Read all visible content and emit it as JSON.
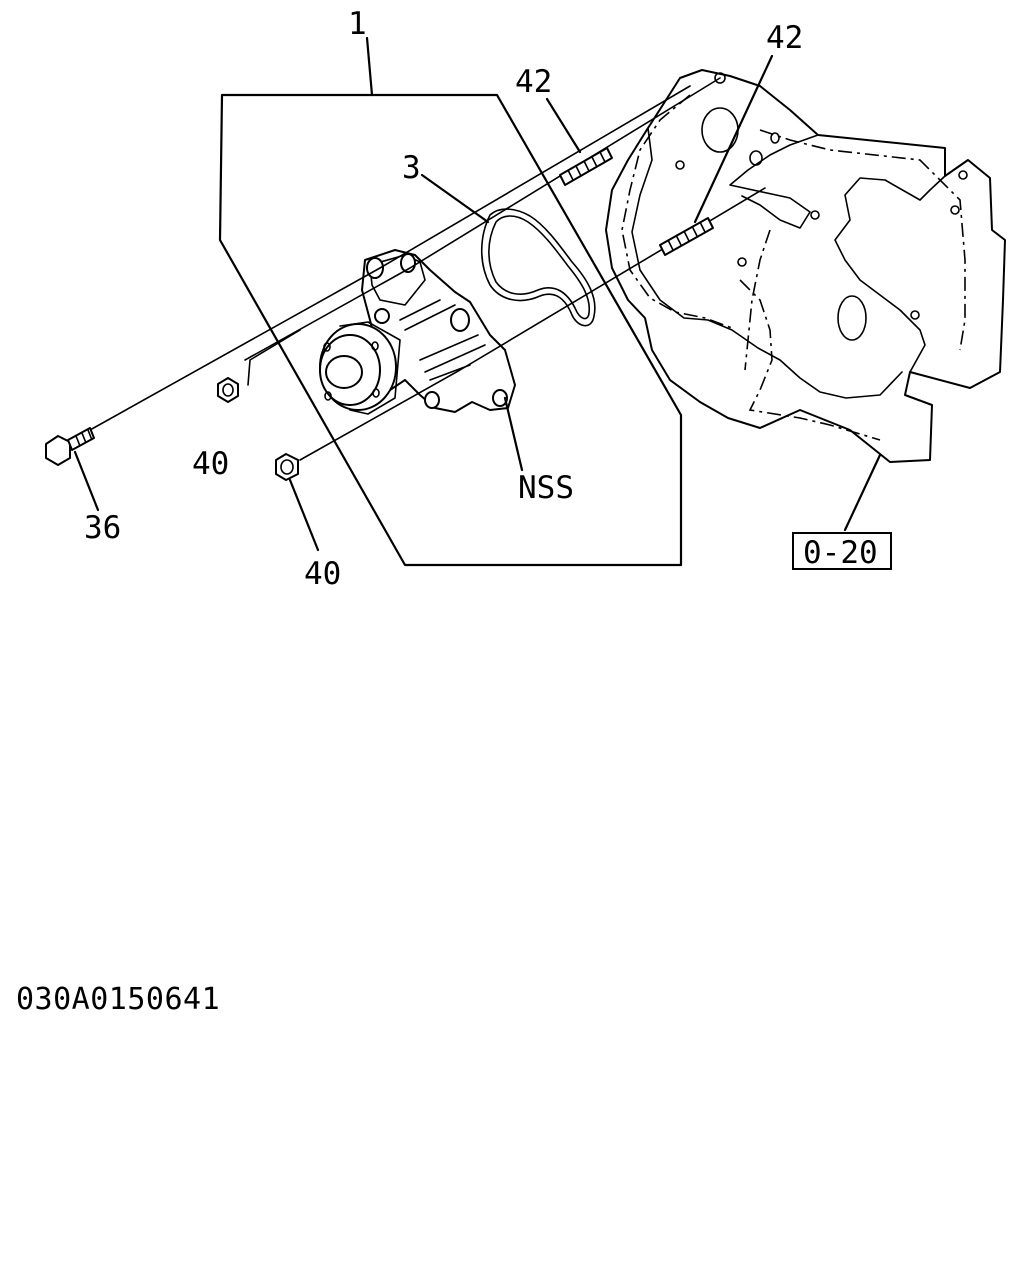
{
  "callouts": {
    "assembly": "1",
    "gasket": "3",
    "stud_upper": "42",
    "stud_right": "42",
    "nut_upper": "40",
    "nut_lower": "40",
    "bolt": "36",
    "nss": "NSS",
    "ref_box": "0-20"
  },
  "drawing_code": "030A0150641"
}
